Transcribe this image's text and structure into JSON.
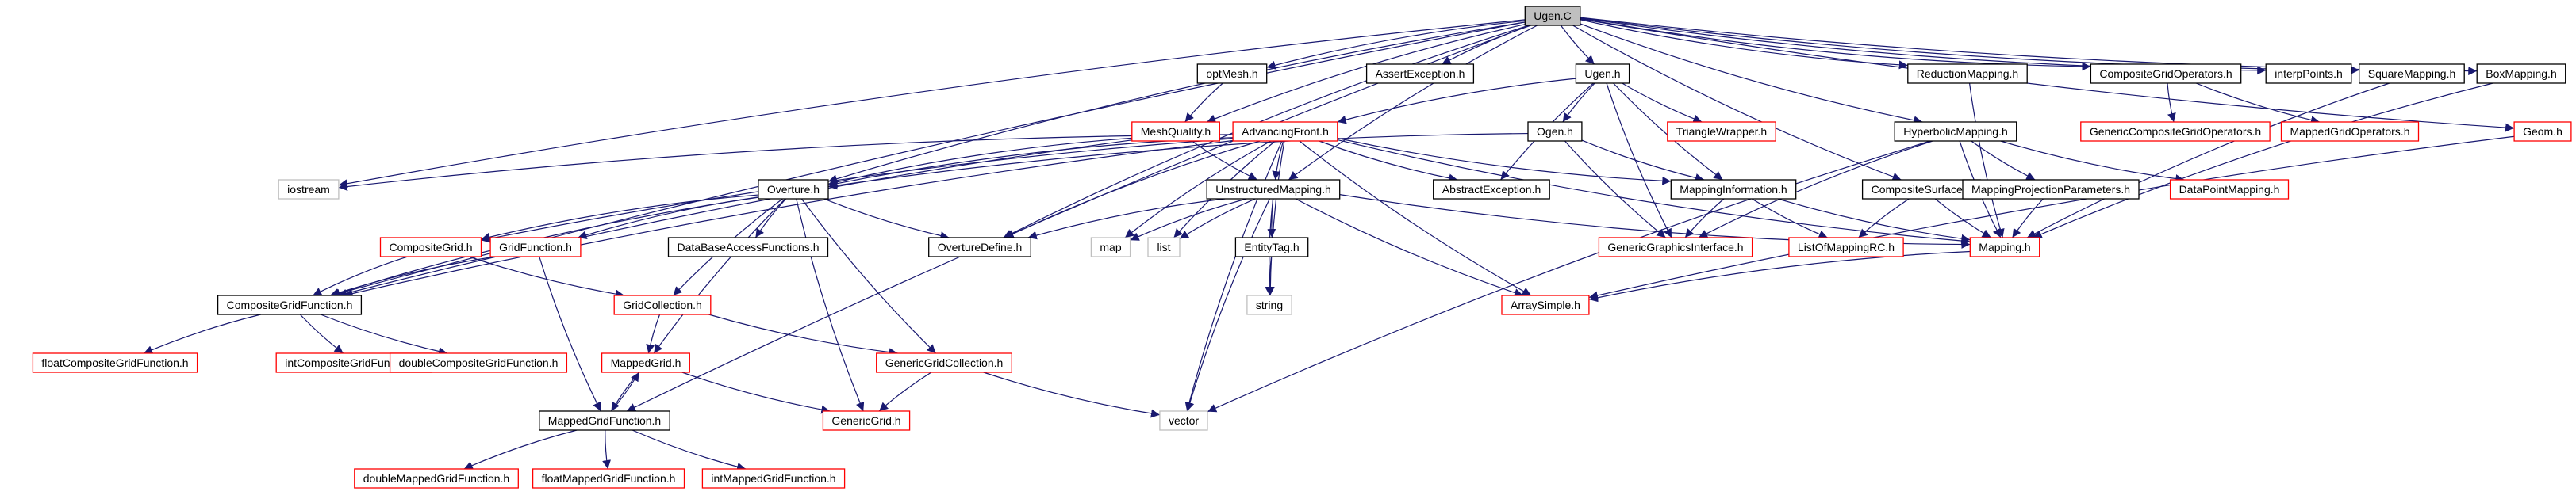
{
  "colors": {
    "edge": "#191970",
    "node_fill": "#ffffff",
    "root_fill": "#bfbfbf",
    "border_black": "#000000",
    "border_red": "#ff0000",
    "border_gray": "#bfbfbf",
    "text": "#000000"
  },
  "nodes": [
    {
      "id": "ugen",
      "label": "Ugen.C",
      "style": "root"
    },
    {
      "id": "optmesh",
      "label": "optMesh.h",
      "style": "black"
    },
    {
      "id": "assertexc",
      "label": "AssertException.h",
      "style": "black"
    },
    {
      "id": "ugenh",
      "label": "Ugen.h",
      "style": "black"
    },
    {
      "id": "redmap",
      "label": "ReductionMapping.h",
      "style": "black"
    },
    {
      "id": "cgops",
      "label": "CompositeGridOperators.h",
      "style": "black"
    },
    {
      "id": "interp",
      "label": "interpPoints.h",
      "style": "black"
    },
    {
      "id": "sqmap",
      "label": "SquareMapping.h",
      "style": "black"
    },
    {
      "id": "boxmap",
      "label": "BoxMapping.h",
      "style": "black"
    },
    {
      "id": "geom",
      "label": "Geom.h",
      "style": "red"
    },
    {
      "id": "meshq",
      "label": "MeshQuality.h",
      "style": "red"
    },
    {
      "id": "advfront",
      "label": "AdvancingFront.h",
      "style": "red"
    },
    {
      "id": "ogen",
      "label": "Ogen.h",
      "style": "black"
    },
    {
      "id": "triwrap",
      "label": "TriangleWrapper.h",
      "style": "red"
    },
    {
      "id": "hypmap",
      "label": "HyperbolicMapping.h",
      "style": "black"
    },
    {
      "id": "gcgops",
      "label": "GenericCompositeGridOperators.h",
      "style": "red"
    },
    {
      "id": "mgops",
      "label": "MappedGridOperators.h",
      "style": "red"
    },
    {
      "id": "iostream",
      "label": "iostream",
      "style": "gray"
    },
    {
      "id": "overture",
      "label": "Overture.h",
      "style": "black"
    },
    {
      "id": "unstruct",
      "label": "UnstructuredMapping.h",
      "style": "black"
    },
    {
      "id": "abstractexc",
      "label": "AbstractException.h",
      "style": "black"
    },
    {
      "id": "mapinfo",
      "label": "MappingInformation.h",
      "style": "black"
    },
    {
      "id": "compsurf",
      "label": "CompositeSurface.h",
      "style": "black"
    },
    {
      "id": "mapproj",
      "label": "MappingProjectionParameters.h",
      "style": "black"
    },
    {
      "id": "datapoint",
      "label": "DataPointMapping.h",
      "style": "red"
    },
    {
      "id": "compgrid",
      "label": "CompositeGrid.h",
      "style": "red"
    },
    {
      "id": "gridfunc",
      "label": "GridFunction.h",
      "style": "red"
    },
    {
      "id": "dbaccess",
      "label": "DataBaseAccessFunctions.h",
      "style": "black"
    },
    {
      "id": "ovdefine",
      "label": "OvertureDefine.h",
      "style": "black"
    },
    {
      "id": "map",
      "label": "map",
      "style": "gray"
    },
    {
      "id": "list",
      "label": "list",
      "style": "gray"
    },
    {
      "id": "entitytag",
      "label": "EntityTag.h",
      "style": "black"
    },
    {
      "id": "ggi",
      "label": "GenericGraphicsInterface.h",
      "style": "red"
    },
    {
      "id": "listofmap",
      "label": "ListOfMappingRC.h",
      "style": "red"
    },
    {
      "id": "mapping",
      "label": "Mapping.h",
      "style": "red"
    },
    {
      "id": "cgf",
      "label": "CompositeGridFunction.h",
      "style": "black"
    },
    {
      "id": "gridcoll",
      "label": "GridCollection.h",
      "style": "red"
    },
    {
      "id": "string",
      "label": "string",
      "style": "gray"
    },
    {
      "id": "arraysimple",
      "label": "ArraySimple.h",
      "style": "red"
    },
    {
      "id": "floatcgf",
      "label": "floatCompositeGridFunction.h",
      "style": "red"
    },
    {
      "id": "intcgf",
      "label": "intCompositeGridFunction.h",
      "style": "red"
    },
    {
      "id": "doublecgf",
      "label": "doubleCompositeGridFunction.h",
      "style": "red"
    },
    {
      "id": "mappedgrid",
      "label": "MappedGrid.h",
      "style": "red"
    },
    {
      "id": "gencoll",
      "label": "GenericGridCollection.h",
      "style": "red"
    },
    {
      "id": "mgf",
      "label": "MappedGridFunction.h",
      "style": "black"
    },
    {
      "id": "genericgrid",
      "label": "GenericGrid.h",
      "style": "red"
    },
    {
      "id": "vector",
      "label": "vector",
      "style": "gray"
    },
    {
      "id": "doublemgf",
      "label": "doubleMappedGridFunction.h",
      "style": "red"
    },
    {
      "id": "floatmgf",
      "label": "floatMappedGridFunction.h",
      "style": "red"
    },
    {
      "id": "intmgf",
      "label": "intMappedGridFunction.h",
      "style": "red"
    }
  ],
  "edges": [
    [
      "ugen",
      "optmesh"
    ],
    [
      "ugen",
      "assertexc"
    ],
    [
      "ugen",
      "ugenh"
    ],
    [
      "ugen",
      "redmap"
    ],
    [
      "ugen",
      "cgops"
    ],
    [
      "ugen",
      "interp"
    ],
    [
      "ugen",
      "sqmap"
    ],
    [
      "ugen",
      "boxmap"
    ],
    [
      "ugen",
      "geom"
    ],
    [
      "ugen",
      "meshq"
    ],
    [
      "ugen",
      "iostream"
    ],
    [
      "ugen",
      "overture"
    ],
    [
      "ugen",
      "unstruct"
    ],
    [
      "ugen",
      "hypmap"
    ],
    [
      "ugen",
      "compsurf"
    ],
    [
      "ugen",
      "ovdefine"
    ],
    [
      "ugen",
      "cgf"
    ],
    [
      "ugen",
      "mgf"
    ],
    [
      "optmesh",
      "meshq"
    ],
    [
      "ugenh",
      "advfront"
    ],
    [
      "ugenh",
      "ogen"
    ],
    [
      "ugenh",
      "triwrap"
    ],
    [
      "ugenh",
      "ggi"
    ],
    [
      "ugenh",
      "mapinfo"
    ],
    [
      "ugenh",
      "abstractexc"
    ],
    [
      "redmap",
      "mapping"
    ],
    [
      "cgops",
      "gcgops"
    ],
    [
      "cgops",
      "mgops"
    ],
    [
      "sqmap",
      "mapping"
    ],
    [
      "boxmap",
      "mapping"
    ],
    [
      "geom",
      "arraysimple"
    ],
    [
      "meshq",
      "overture"
    ],
    [
      "meshq",
      "unstruct"
    ],
    [
      "meshq",
      "cgf"
    ],
    [
      "advfront",
      "iostream"
    ],
    [
      "advfront",
      "overture"
    ],
    [
      "advfront",
      "unstruct"
    ],
    [
      "advfront",
      "abstractexc"
    ],
    [
      "advfront",
      "mapinfo"
    ],
    [
      "advfront",
      "mapping"
    ],
    [
      "advfront",
      "ovdefine"
    ],
    [
      "advfront",
      "map"
    ],
    [
      "advfront",
      "list"
    ],
    [
      "advfront",
      "string"
    ],
    [
      "advfront",
      "arraysimple"
    ],
    [
      "advfront",
      "vector"
    ],
    [
      "advfront",
      "cgf"
    ],
    [
      "advfront",
      "compgrid"
    ],
    [
      "ogen",
      "overture"
    ],
    [
      "ogen",
      "mapinfo"
    ],
    [
      "ogen",
      "ggi"
    ],
    [
      "hypmap",
      "ggi"
    ],
    [
      "hypmap",
      "mapping"
    ],
    [
      "hypmap",
      "mapproj"
    ],
    [
      "hypmap",
      "datapoint"
    ],
    [
      "hypmap",
      "vector"
    ],
    [
      "overture",
      "compgrid"
    ],
    [
      "overture",
      "gridfunc"
    ],
    [
      "overture",
      "dbaccess"
    ],
    [
      "overture",
      "gridcoll"
    ],
    [
      "overture",
      "mappedgrid"
    ],
    [
      "overture",
      "gencoll"
    ],
    [
      "overture",
      "genericgrid"
    ],
    [
      "overture",
      "cgf"
    ],
    [
      "overture",
      "ovdefine"
    ],
    [
      "unstruct",
      "ovdefine"
    ],
    [
      "unstruct",
      "map"
    ],
    [
      "unstruct",
      "list"
    ],
    [
      "unstruct",
      "entitytag"
    ],
    [
      "unstruct",
      "string"
    ],
    [
      "unstruct",
      "vector"
    ],
    [
      "unstruct",
      "arraysimple"
    ],
    [
      "unstruct",
      "mapping"
    ],
    [
      "mapinfo",
      "ggi"
    ],
    [
      "mapinfo",
      "listofmap"
    ],
    [
      "mapinfo",
      "mapping"
    ],
    [
      "compsurf",
      "mapping"
    ],
    [
      "compsurf",
      "listofmap"
    ],
    [
      "mapproj",
      "mapping"
    ],
    [
      "compgrid",
      "cgf"
    ],
    [
      "compgrid",
      "gridcoll"
    ],
    [
      "gridfunc",
      "cgf"
    ],
    [
      "gridfunc",
      "mgf"
    ],
    [
      "entitytag",
      "string"
    ],
    [
      "mapping",
      "arraysimple"
    ],
    [
      "cgf",
      "floatcgf"
    ],
    [
      "cgf",
      "intcgf"
    ],
    [
      "cgf",
      "doublecgf"
    ],
    [
      "gridcoll",
      "mappedgrid"
    ],
    [
      "gridcoll",
      "gencoll"
    ],
    [
      "mappedgrid",
      "mgf"
    ],
    [
      "mappedgrid",
      "genericgrid"
    ],
    [
      "gencoll",
      "genericgrid"
    ],
    [
      "gencoll",
      "vector"
    ],
    [
      "mgf",
      "mappedgrid"
    ],
    [
      "mgf",
      "doublemgf"
    ],
    [
      "mgf",
      "floatmgf"
    ],
    [
      "mgf",
      "intmgf"
    ]
  ]
}
